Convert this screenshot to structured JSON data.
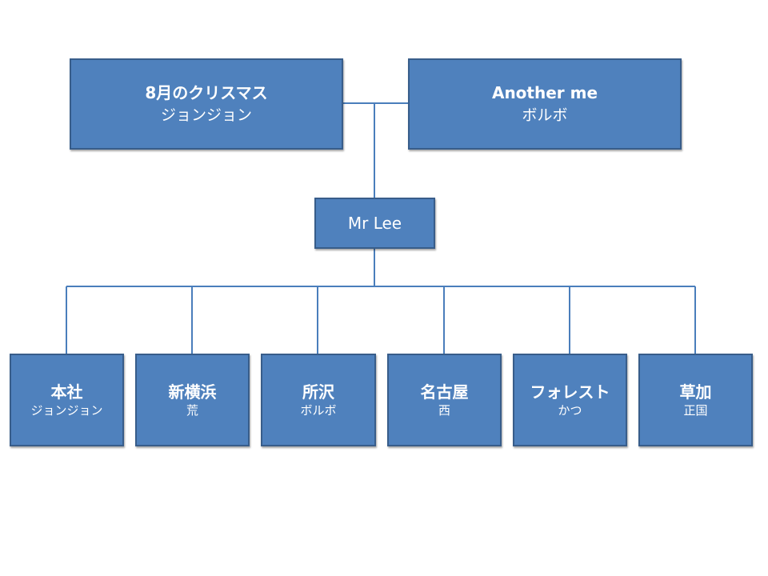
{
  "top_nodes": [
    {
      "title": "8月のクリスマス",
      "subtitle": "ジョンジョン"
    },
    {
      "title": "Another me",
      "subtitle": "ボルボ"
    }
  ],
  "center_node": {
    "title": "Mr Lee"
  },
  "leaf_nodes": [
    {
      "title": "本社",
      "subtitle": "ジョンジョン"
    },
    {
      "title": "新横浜",
      "subtitle": "荒"
    },
    {
      "title": "所沢",
      "subtitle": "ボルボ"
    },
    {
      "title": "名古屋",
      "subtitle": "西"
    },
    {
      "title": "フォレスト",
      "subtitle": "かつ"
    },
    {
      "title": "草加",
      "subtitle": "正国"
    }
  ],
  "colors": {
    "box_fill": "#4f81bd",
    "box_border": "#385d8a",
    "connector": "#4a7ebb",
    "text": "#ffffff"
  }
}
